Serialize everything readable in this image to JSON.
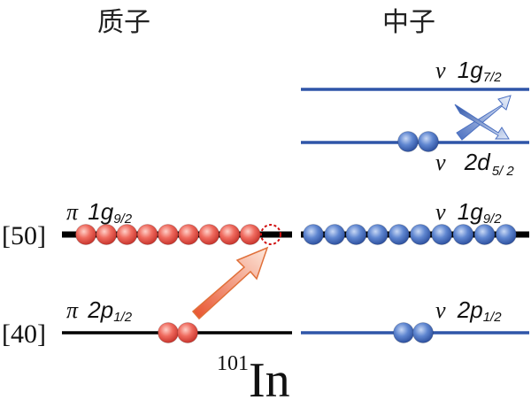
{
  "headers": {
    "proton": "质子",
    "neutron": "中子"
  },
  "magic_numbers": {
    "upper": "[50]",
    "lower": "[40]"
  },
  "proton_levels": {
    "upper": {
      "symbol": "π",
      "orbital": "1g",
      "j": "9/2",
      "occupied": 9,
      "holes": 1
    },
    "lower": {
      "symbol": "π",
      "orbital": "2p",
      "j": "1/2",
      "occupied": 2
    }
  },
  "neutron_levels": {
    "g72": {
      "symbol": "ν",
      "orbital": "1g",
      "j": "7/2",
      "occupied": 0
    },
    "d52": {
      "symbol": "ν",
      "orbital": "2d",
      "j": "5/ 2",
      "occupied": 2
    },
    "g92": {
      "symbol": "ν",
      "orbital": "1g",
      "j": "9/2",
      "occupied": 10
    },
    "p12": {
      "symbol": "ν",
      "orbital": "2p",
      "j": "1/2",
      "occupied": 2
    }
  },
  "nucleus": {
    "mass": "101",
    "element": "In"
  },
  "colors": {
    "proton": "#e8504a",
    "neutron": "#4a6fc0",
    "neutron_line": "#2f55a8",
    "arrow": "#f07a3a"
  }
}
